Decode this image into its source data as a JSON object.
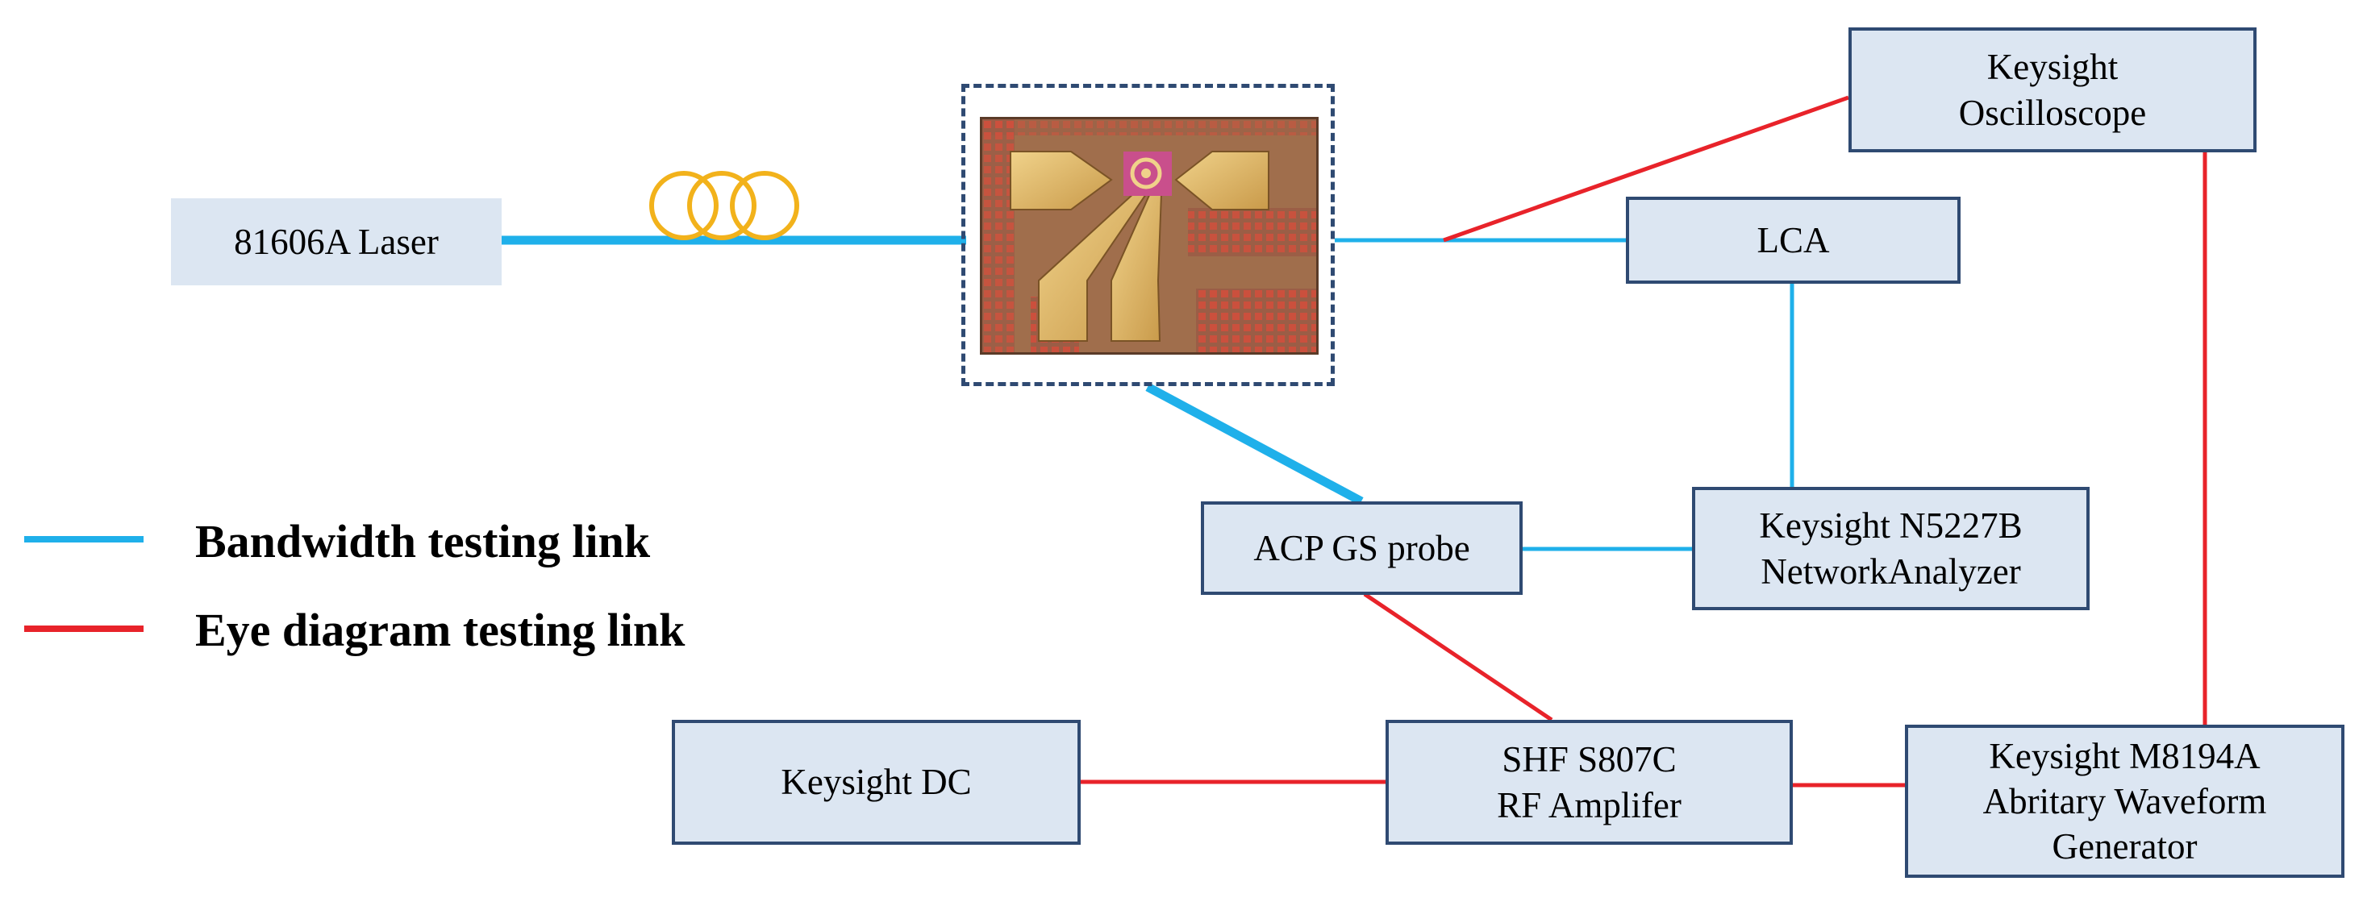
{
  "colors": {
    "bandwidth_link": "#1fb0ea",
    "eye_link": "#e8232a",
    "box_fill": "#dce6f2",
    "box_border": "#2f4a72",
    "fiber_coil": "#f2b21b"
  },
  "nodes": {
    "laser": {
      "line1": "81606A Laser"
    },
    "oscilloscope": {
      "line1": "Keysight",
      "line2": "Oscilloscope"
    },
    "lca": {
      "line1": "LCA"
    },
    "probe": {
      "line1": "ACP GS probe"
    },
    "network_analyzer": {
      "line1": "Keysight N5227B",
      "line2": "NetworkAnalyzer"
    },
    "dc": {
      "line1": "Keysight DC"
    },
    "amplifier": {
      "line1": "SHF S807C",
      "line2": "RF Amplifer"
    },
    "awg": {
      "line1": "Keysight M8194A",
      "line2": "Abritary Waveform",
      "line3": "Generator"
    }
  },
  "legend": {
    "bandwidth": "Bandwidth testing link",
    "eye": "Eye diagram testing link"
  },
  "device_image": {
    "icon": "chip-micrograph"
  }
}
